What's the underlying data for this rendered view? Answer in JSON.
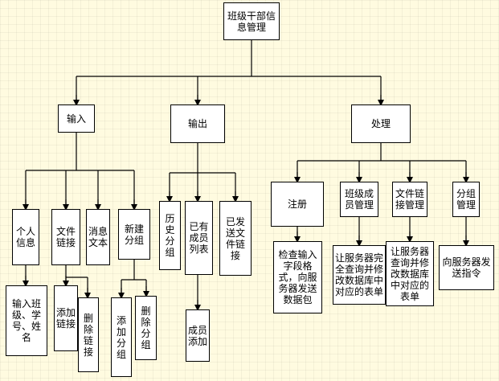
{
  "diagram": {
    "root": "班级干部信息管理",
    "input": "输入",
    "output": "输出",
    "process": "处理",
    "personal_info": "个人信息",
    "file_link": "文件链接",
    "message_text": "消息文本",
    "new_group": "新建分组",
    "input_class_name": "输入班级、学号、姓名",
    "add_link": "添加链接",
    "delete_link": "删除链接",
    "add_group": "添加分组",
    "delete_group": "删除分组",
    "history_group": "历史分组",
    "added_members": "已有成员列表",
    "sent_file_links": "已发送文件链接",
    "member_added": "成员添加",
    "register": "注册",
    "member_mgmt": "班级成员管理",
    "file_link_mgmt": "文件链接管理",
    "group_mgmt": "分组管理",
    "register_detail": "检查输入字段格式，向服务器发送数据包",
    "member_mgmt_detail": "让服务器完全查询并修改数据库中对应的表单",
    "file_link_mgmt_detail": "让服务器查询并修改数据库中对应的表单",
    "group_mgmt_detail": "向服务器发送指令"
  }
}
